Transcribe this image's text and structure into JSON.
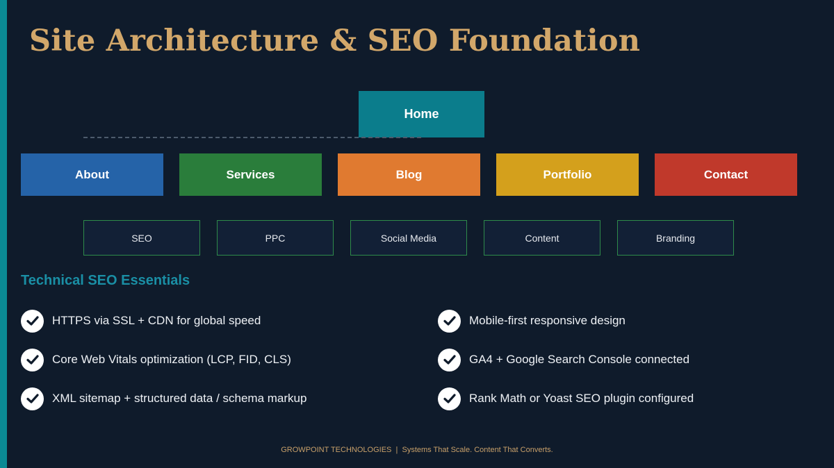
{
  "title": "Site Architecture & SEO Foundation",
  "colors": {
    "background": "#0f1b2b",
    "accent_bar": "#0b8a94",
    "title": "#d2a76a",
    "section_title": "#1a8fa5"
  },
  "home": {
    "label": "Home",
    "color": "#0b7d8c"
  },
  "nav": [
    {
      "label": "About",
      "color": "#2563a8"
    },
    {
      "label": "Services",
      "color": "#2a7d3b"
    },
    {
      "label": "Blog",
      "color": "#e07a30"
    },
    {
      "label": "Portfolio",
      "color": "#d4a01c"
    },
    {
      "label": "Contact",
      "color": "#c0392b"
    }
  ],
  "services": [
    "SEO",
    "PPC",
    "Social Media",
    "Content",
    "Branding"
  ],
  "technical": {
    "title": "Technical SEO Essentials",
    "left": [
      "HTTPS via SSL + CDN for global speed",
      "Core Web Vitals optimization (LCP, FID, CLS)",
      "XML sitemap + structured data / schema markup"
    ],
    "right": [
      "Mobile-first responsive design",
      "GA4 + Google Search Console connected",
      "Rank Math or Yoast SEO plugin configured"
    ]
  },
  "footer": {
    "company": "GROWPOINT TECHNOLOGIES",
    "separator": "|",
    "tagline": "Systems That Scale. Content That Converts."
  }
}
